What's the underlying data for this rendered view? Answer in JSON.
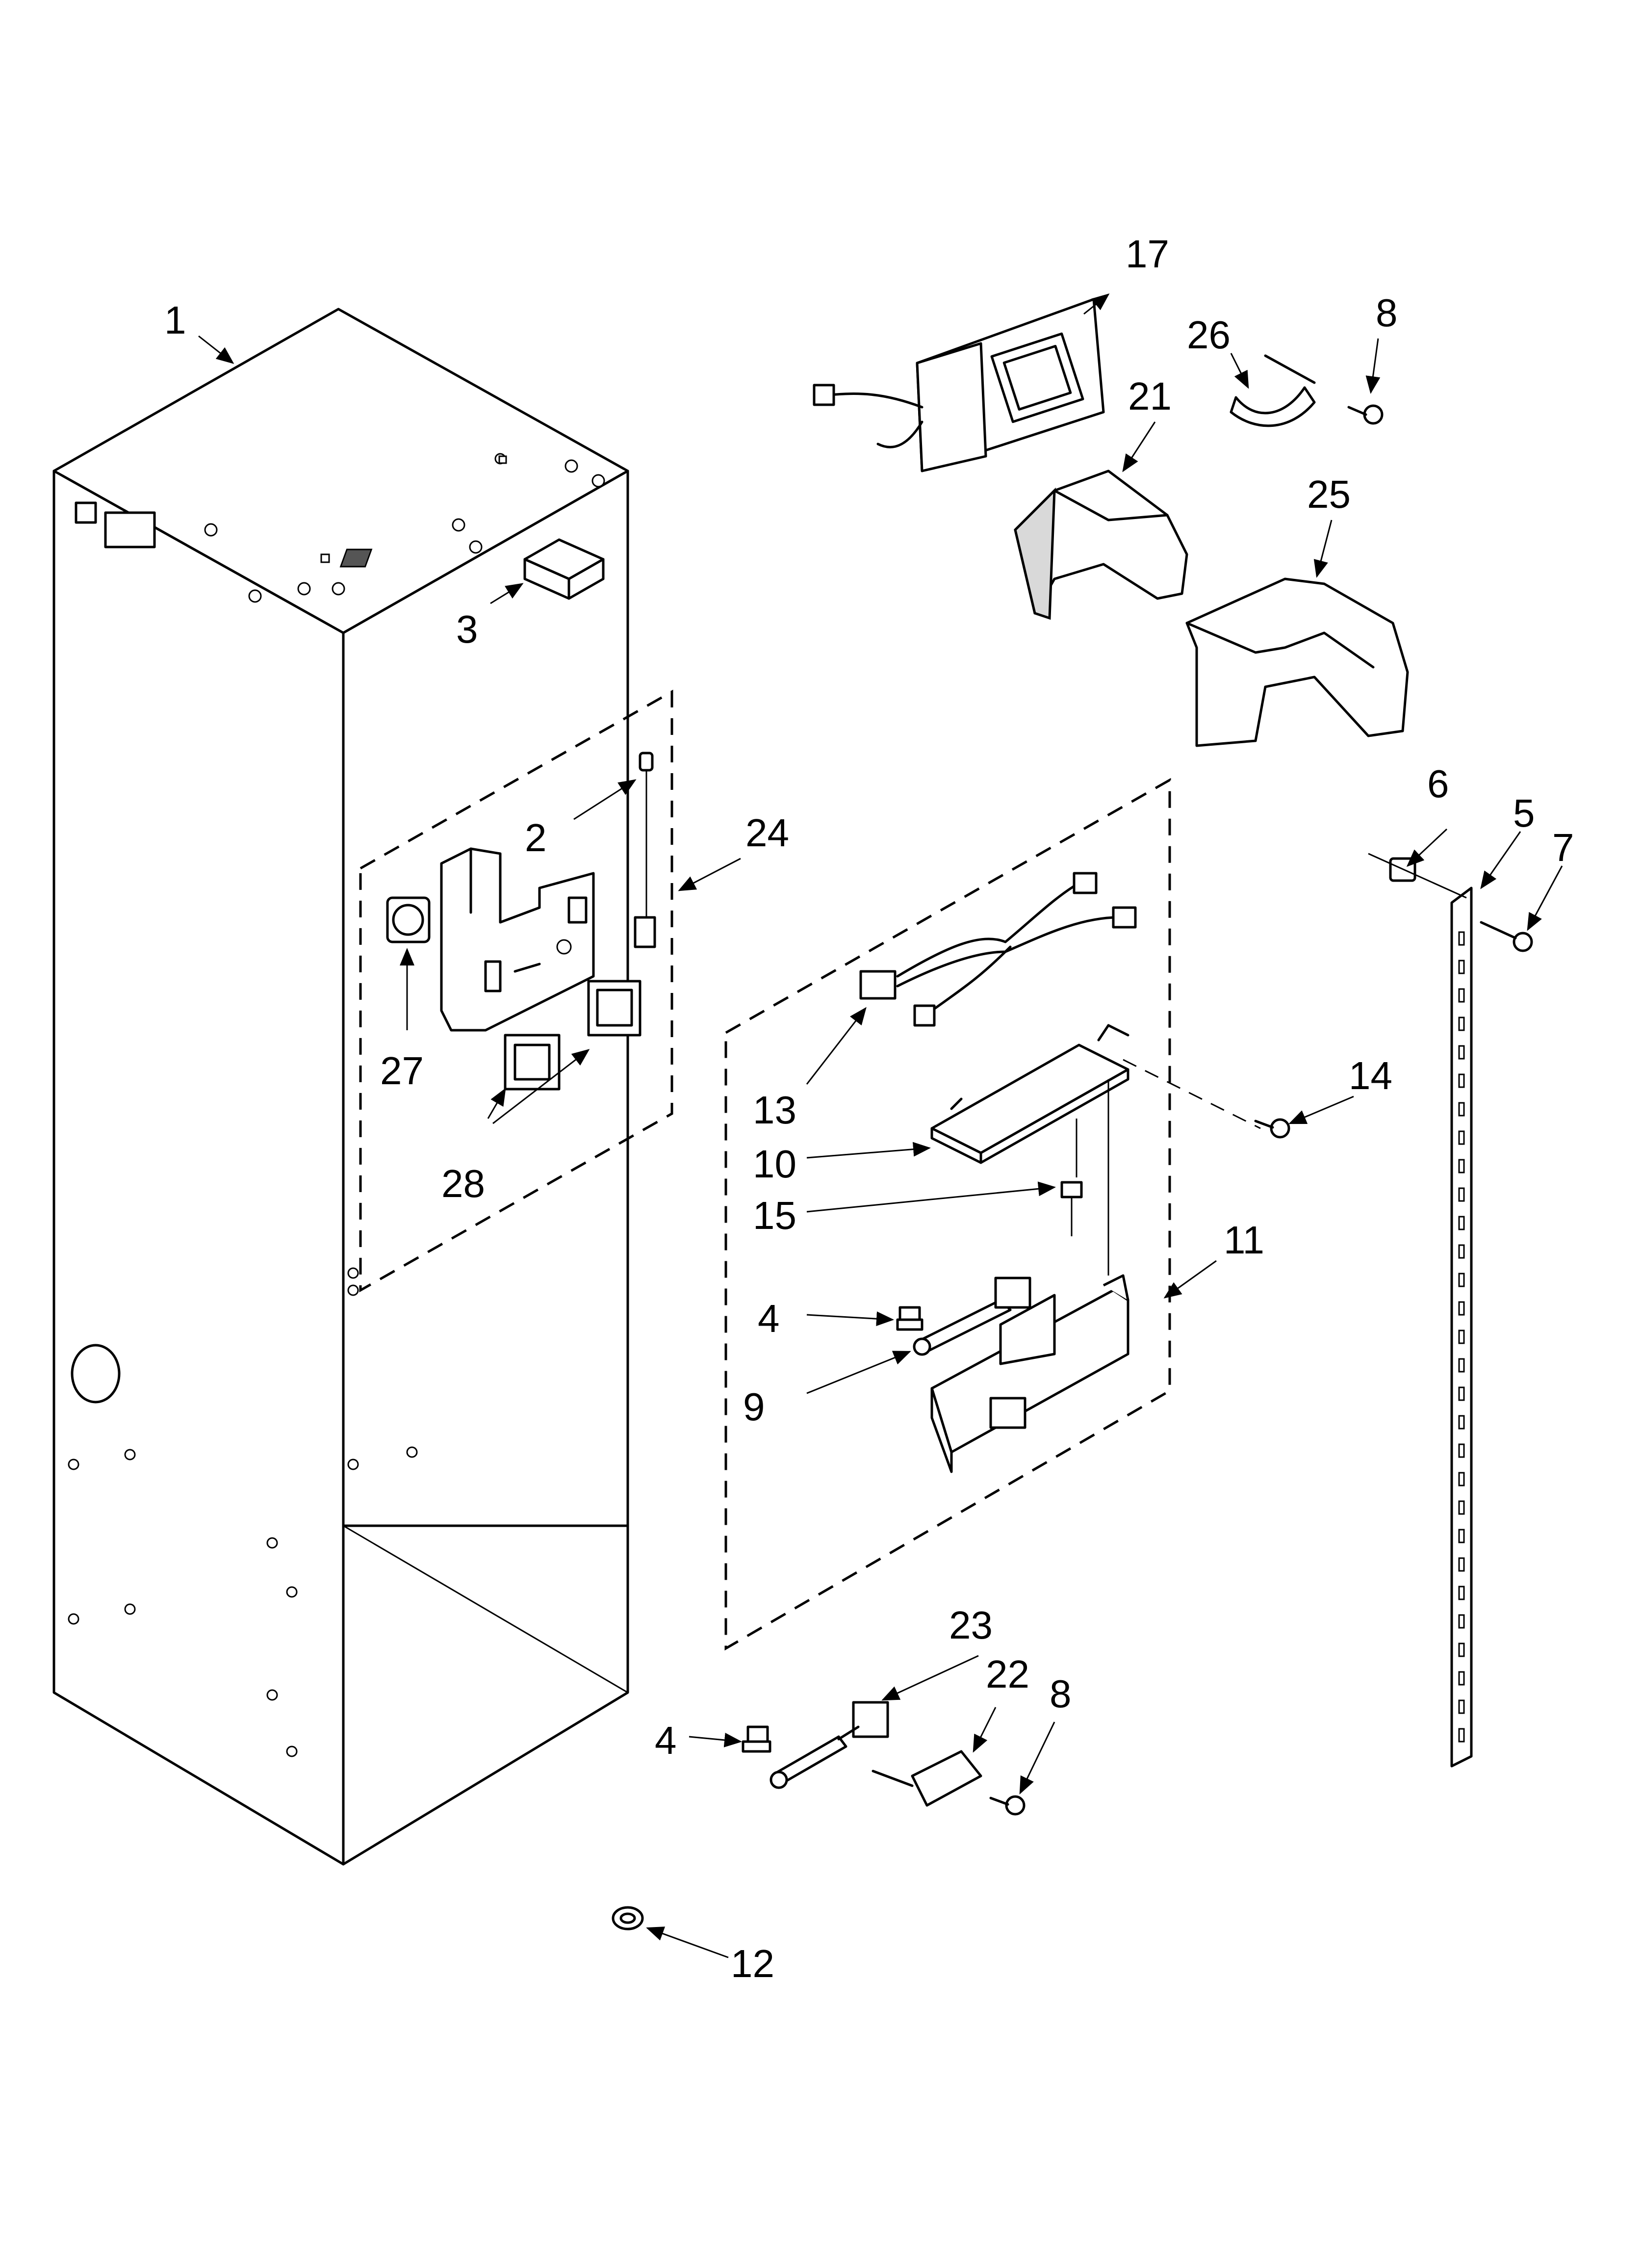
{
  "callouts": {
    "c1": "1",
    "c2": "2",
    "c3": "3",
    "c4a": "4",
    "c4b": "4",
    "c5": "5",
    "c6": "6",
    "c7": "7",
    "c8a": "8",
    "c8b": "8",
    "c9": "9",
    "c10": "10",
    "c11": "11",
    "c12": "12",
    "c13": "13",
    "c14": "14",
    "c15": "15",
    "c17": "17",
    "c21": "21",
    "c22": "22",
    "c23": "23",
    "c24": "24",
    "c25": "25",
    "c26": "26",
    "c27": "27",
    "c28": "28"
  }
}
